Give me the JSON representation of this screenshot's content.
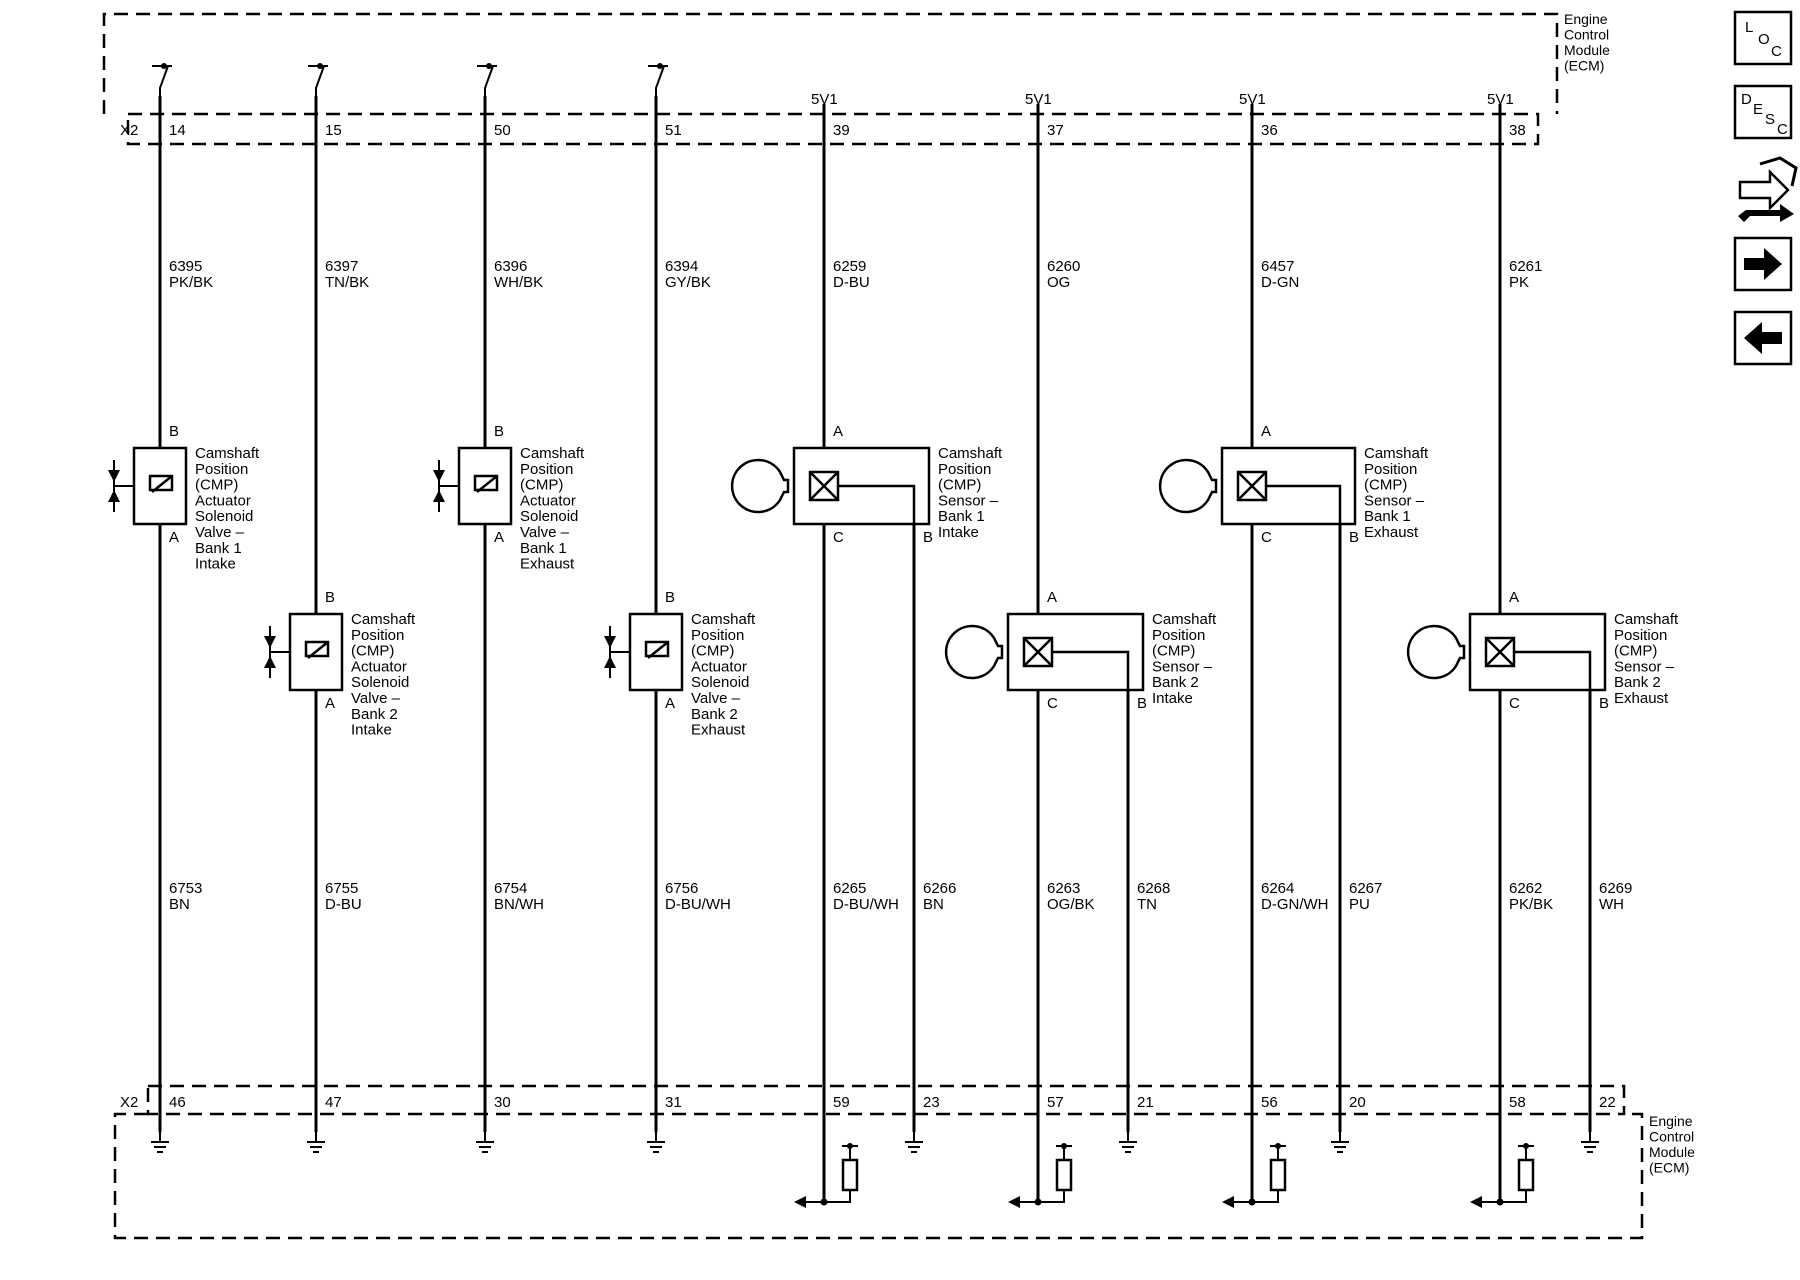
{
  "module": {
    "top_label": [
      "Engine",
      "Control",
      "Module",
      "(ECM)"
    ],
    "bottom_label": [
      "Engine",
      "Control",
      "Module",
      "(ECM)"
    ],
    "top_connector": "X2",
    "bottom_connector": "X2"
  },
  "sidebar": {
    "loc": {
      "l": "L",
      "o": "O",
      "c": "C"
    },
    "desc": {
      "d": "D",
      "e": "E",
      "s": "S",
      "c": "C"
    }
  },
  "solenoids": [
    {
      "top_pin": "14",
      "wire_top": {
        "circuit": "6395",
        "color": "PK/BK"
      },
      "term_b": "B",
      "term_a": "A",
      "label": [
        "Camshaft",
        "Position",
        "(CMP)",
        "Actuator",
        "Solenoid",
        "Valve –",
        "Bank 1",
        "Intake"
      ],
      "wire_bottom": {
        "circuit": "6753",
        "color": "BN"
      },
      "bottom_pin": "46"
    },
    {
      "top_pin": "15",
      "wire_top": {
        "circuit": "6397",
        "color": "TN/BK"
      },
      "term_b": "B",
      "term_a": "A",
      "label": [
        "Camshaft",
        "Position",
        "(CMP)",
        "Actuator",
        "Solenoid",
        "Valve –",
        "Bank 2",
        "Intake"
      ],
      "wire_bottom": {
        "circuit": "6755",
        "color": "D-BU"
      },
      "bottom_pin": "47"
    },
    {
      "top_pin": "50",
      "wire_top": {
        "circuit": "6396",
        "color": "WH/BK"
      },
      "term_b": "B",
      "term_a": "A",
      "label": [
        "Camshaft",
        "Position",
        "(CMP)",
        "Actuator",
        "Solenoid",
        "Valve –",
        "Bank 1",
        "Exhaust"
      ],
      "wire_bottom": {
        "circuit": "6754",
        "color": "BN/WH"
      },
      "bottom_pin": "30"
    },
    {
      "top_pin": "51",
      "wire_top": {
        "circuit": "6394",
        "color": "GY/BK"
      },
      "term_b": "B",
      "term_a": "A",
      "label": [
        "Camshaft",
        "Position",
        "(CMP)",
        "Actuator",
        "Solenoid",
        "Valve –",
        "Bank 2",
        "Exhaust"
      ],
      "wire_bottom": {
        "circuit": "6756",
        "color": "D-BU/WH"
      },
      "bottom_pin": "31"
    }
  ],
  "sensors": [
    {
      "supply": "5V1",
      "top_pin": "39",
      "wire_top": {
        "circuit": "6259",
        "color": "D-BU"
      },
      "term_a": "A",
      "term_c": "C",
      "term_b": "B",
      "label": [
        "Camshaft",
        "Position",
        "(CMP)",
        "Sensor –",
        "Bank 1",
        "Intake"
      ],
      "wire_signal": {
        "circuit": "6265",
        "color": "D-BU/WH"
      },
      "wire_low": {
        "circuit": "6266",
        "color": "BN"
      },
      "signal_pin": "59",
      "low_pin": "23"
    },
    {
      "supply": "5V1",
      "top_pin": "37",
      "wire_top": {
        "circuit": "6260",
        "color": "OG"
      },
      "term_a": "A",
      "term_c": "C",
      "term_b": "B",
      "label": [
        "Camshaft",
        "Position",
        "(CMP)",
        "Sensor –",
        "Bank 2",
        "Intake"
      ],
      "wire_signal": {
        "circuit": "6263",
        "color": "OG/BK"
      },
      "wire_low": {
        "circuit": "6268",
        "color": "TN"
      },
      "signal_pin": "57",
      "low_pin": "21"
    },
    {
      "supply": "5V1",
      "top_pin": "36",
      "wire_top": {
        "circuit": "6457",
        "color": "D-GN"
      },
      "term_a": "A",
      "term_c": "C",
      "term_b": "B",
      "label": [
        "Camshaft",
        "Position",
        "(CMP)",
        "Sensor –",
        "Bank 1",
        "Exhaust"
      ],
      "wire_signal": {
        "circuit": "6264",
        "color": "D-GN/WH"
      },
      "wire_low": {
        "circuit": "6267",
        "color": "PU"
      },
      "signal_pin": "56",
      "low_pin": "20"
    },
    {
      "supply": "5V1",
      "top_pin": "38",
      "wire_top": {
        "circuit": "6261",
        "color": "PK"
      },
      "term_a": "A",
      "term_c": "C",
      "term_b": "B",
      "label": [
        "Camshaft",
        "Position",
        "(CMP)",
        "Sensor –",
        "Bank 2",
        "Exhaust"
      ],
      "wire_signal": {
        "circuit": "6262",
        "color": "PK/BK"
      },
      "wire_low": {
        "circuit": "6269",
        "color": "WH"
      },
      "signal_pin": "58",
      "low_pin": "22"
    }
  ]
}
